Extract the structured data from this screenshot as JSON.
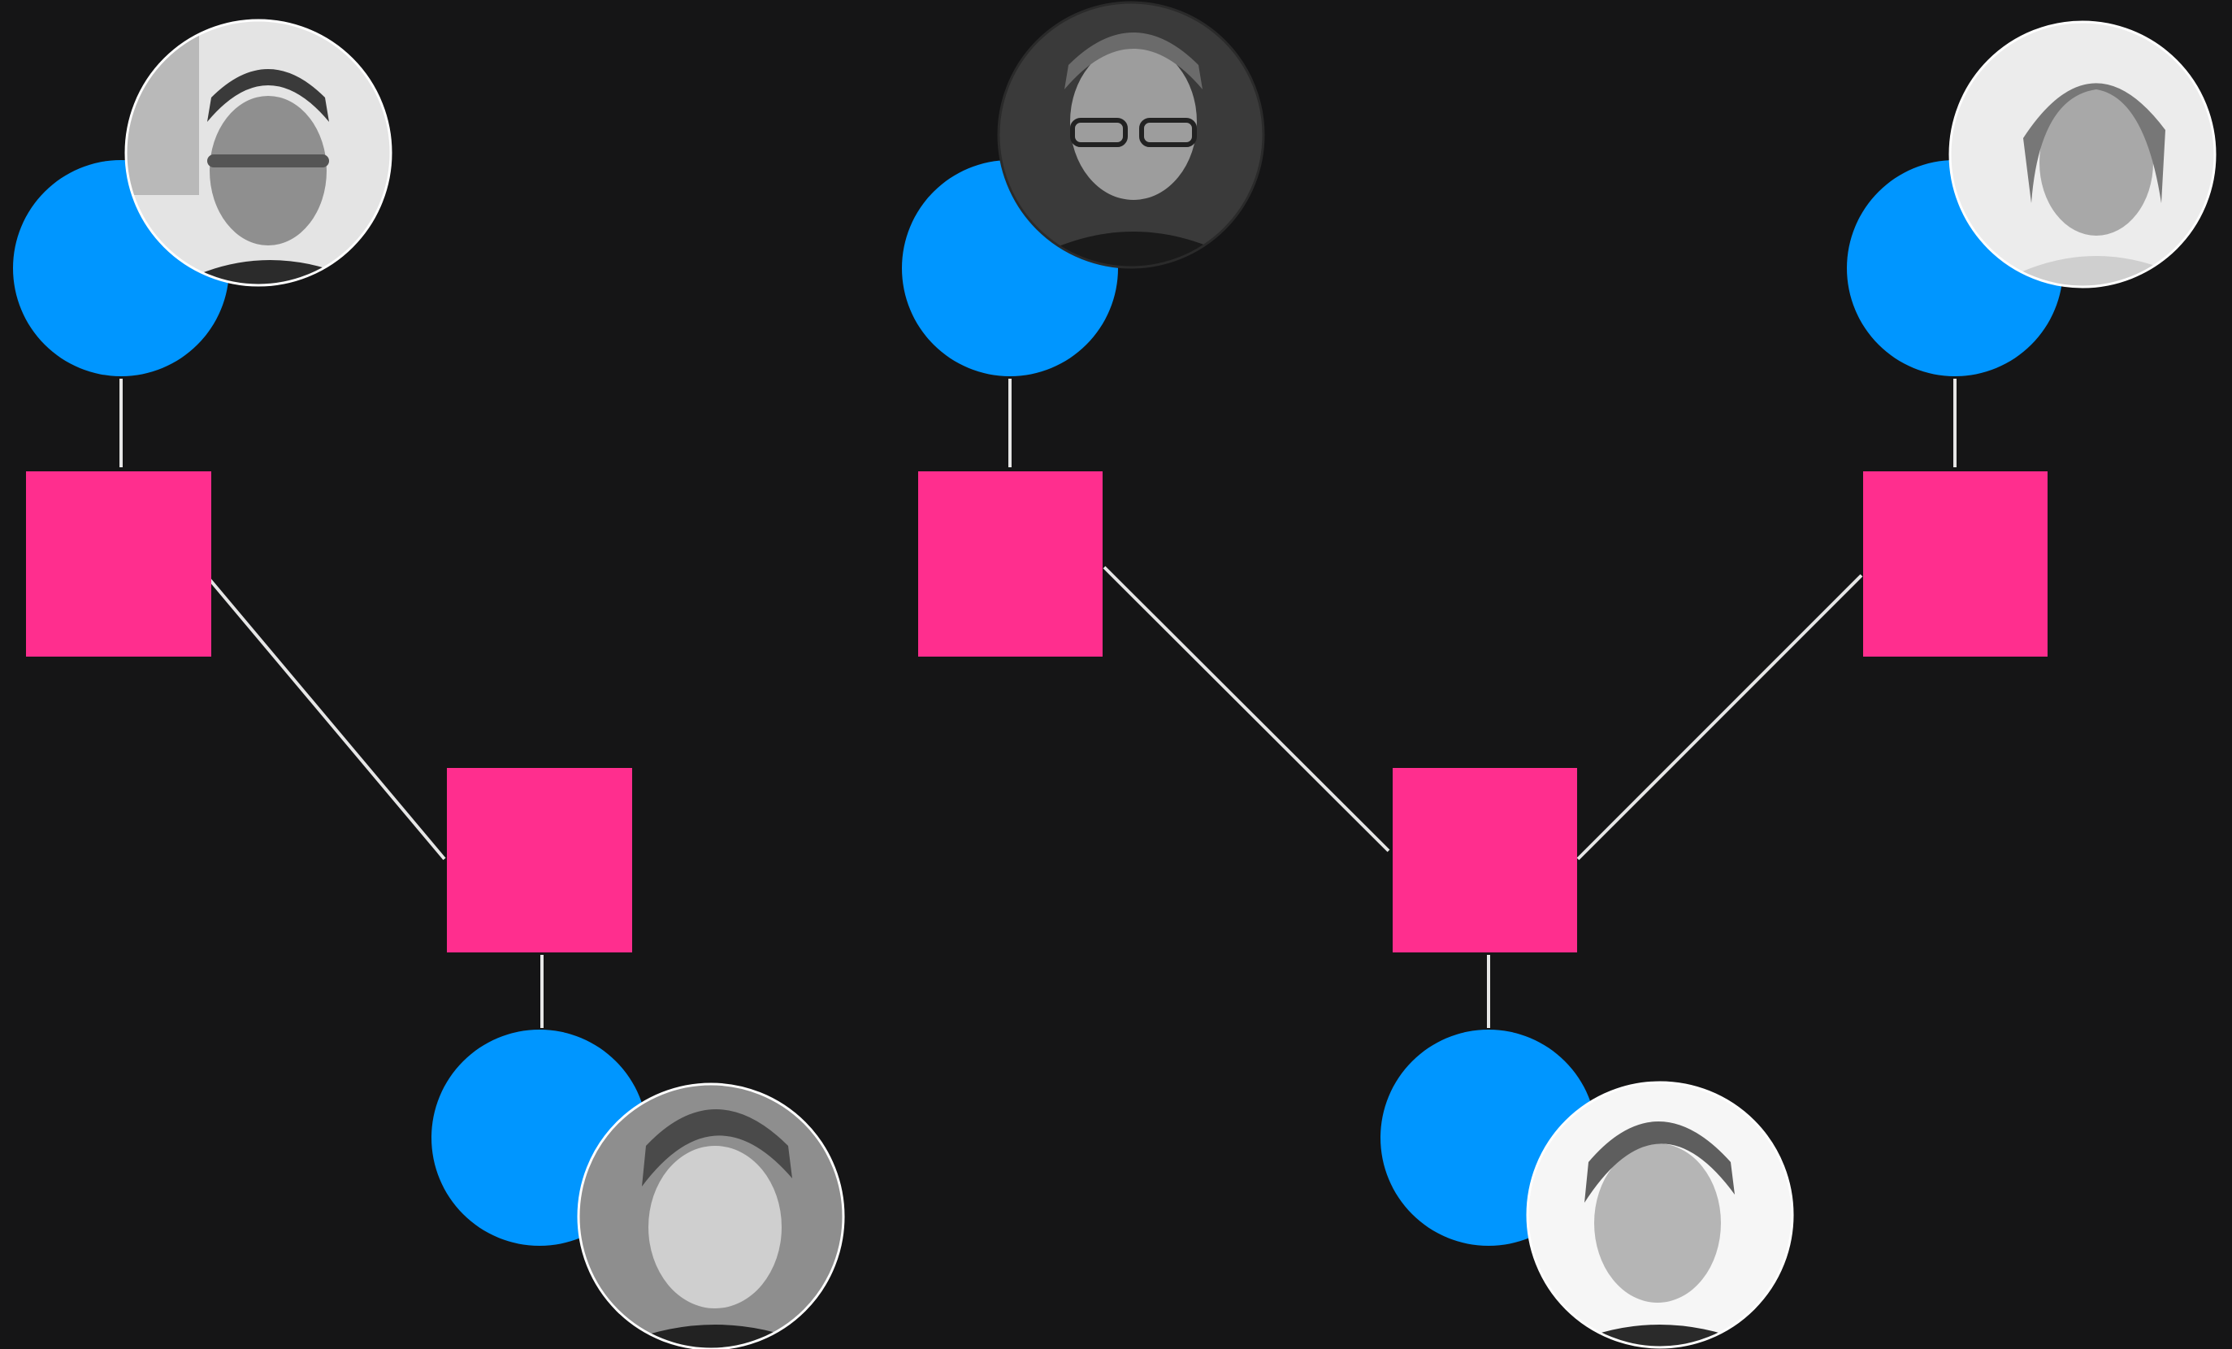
{
  "diagram": {
    "type": "network",
    "colors": {
      "background": "#151516",
      "person_node": "#0096ff",
      "group_node": "#ff2e8e",
      "edge": "#e6e6e6",
      "photo_ring": "#ffffff"
    },
    "legend": [],
    "nodes": [
      {
        "id": "p1",
        "kind": "person",
        "photo": "man-portrait-photo",
        "photo_tone": "light"
      },
      {
        "id": "p2",
        "kind": "person",
        "photo": "man-with-glasses-portrait-photo",
        "photo_tone": "dark"
      },
      {
        "id": "p3",
        "kind": "person",
        "photo": "woman-portrait-photo",
        "photo_tone": "light"
      },
      {
        "id": "p4",
        "kind": "person",
        "photo": "man-portrait-photo",
        "photo_tone": "mid"
      },
      {
        "id": "p5",
        "kind": "person",
        "photo": "man-portrait-photo",
        "photo_tone": "light"
      },
      {
        "id": "g1",
        "kind": "group"
      },
      {
        "id": "g2",
        "kind": "group"
      },
      {
        "id": "g3",
        "kind": "group"
      },
      {
        "id": "g4",
        "kind": "group"
      },
      {
        "id": "g5",
        "kind": "group"
      }
    ],
    "edges": [
      {
        "from": "p1",
        "to": "g1"
      },
      {
        "from": "g1",
        "to": "g4"
      },
      {
        "from": "g4",
        "to": "p4"
      },
      {
        "from": "p2",
        "to": "g2"
      },
      {
        "from": "p3",
        "to": "g3"
      },
      {
        "from": "g2",
        "to": "g5"
      },
      {
        "from": "g3",
        "to": "g5"
      },
      {
        "from": "g5",
        "to": "p5"
      }
    ]
  }
}
